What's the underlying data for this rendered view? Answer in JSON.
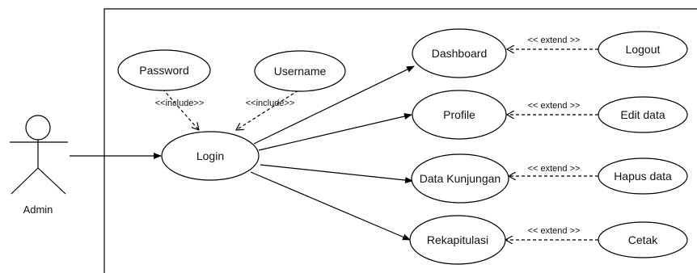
{
  "diagram": {
    "actor": {
      "label": "Admin"
    },
    "use_cases": {
      "password": "Password",
      "username": "Username",
      "login": "Login",
      "dashboard": "Dashboard",
      "profile": "Profile",
      "data_kunjungan": "Data Kunjungan",
      "rekapitulasi": "Rekapitulasi",
      "logout": "Logout",
      "edit_data": "Edit data",
      "hapus_data": "Hapus data",
      "cetak": "Cetak"
    },
    "relations": {
      "include": "<<include>>",
      "extend": "<< extend >>"
    },
    "colors": {
      "stroke": "#000000",
      "text": "#111111",
      "background": "#ffffff"
    }
  }
}
